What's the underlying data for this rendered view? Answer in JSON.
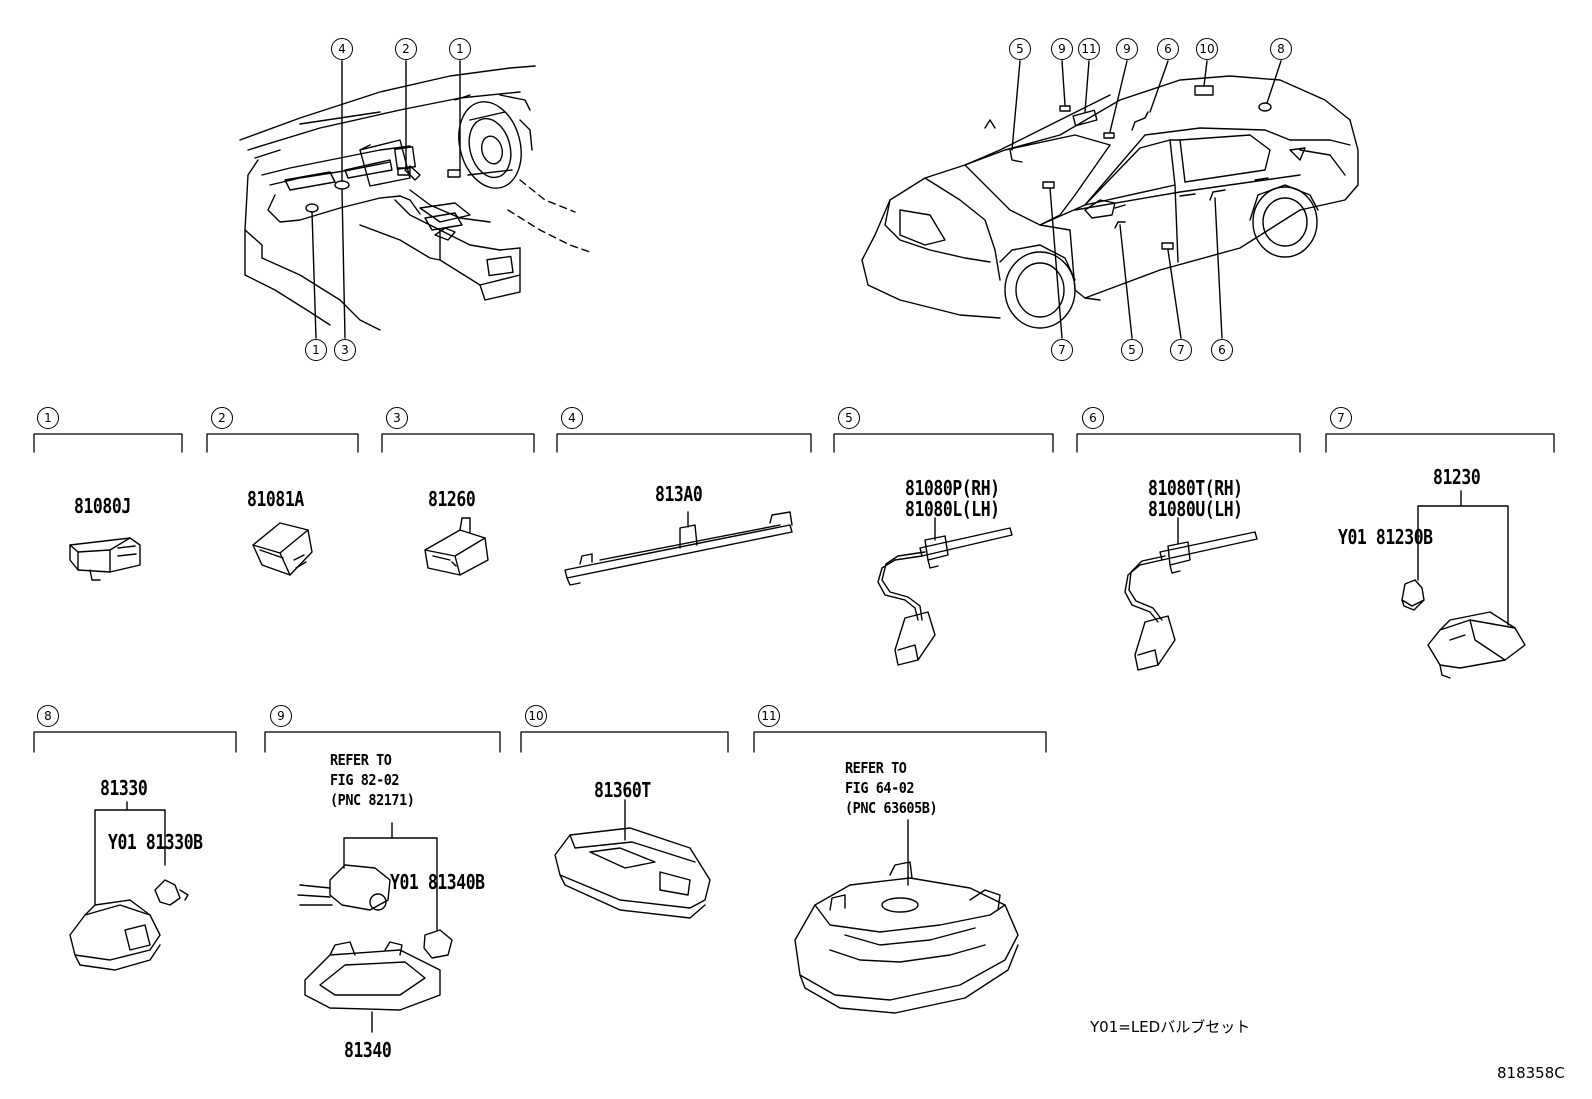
{
  "callouts": {
    "dash_top": [
      "4",
      "2",
      "1"
    ],
    "dash_bottom": [
      "1",
      "3"
    ],
    "car_top": [
      "5",
      "9",
      "11",
      "9",
      "6",
      "10",
      "8"
    ],
    "car_bottom": [
      "7",
      "5",
      "7",
      "6"
    ]
  },
  "groups": [
    {
      "id": "1",
      "part_numbers": [
        "81080J"
      ]
    },
    {
      "id": "2",
      "part_numbers": [
        "81081A"
      ]
    },
    {
      "id": "3",
      "part_numbers": [
        "81260"
      ]
    },
    {
      "id": "4",
      "part_numbers": [
        "813A0"
      ]
    },
    {
      "id": "5",
      "part_numbers": [
        "81080P(RH)",
        "81080L(LH)"
      ]
    },
    {
      "id": "6",
      "part_numbers": [
        "81080T(RH)",
        "81080U(LH)"
      ]
    },
    {
      "id": "7",
      "part_numbers": [
        "81230",
        "Y01 81230B"
      ]
    },
    {
      "id": "8",
      "part_numbers": [
        "81330",
        "Y01 81330B"
      ]
    },
    {
      "id": "9",
      "part_numbers": [
        "Y01 81340B",
        "81340"
      ],
      "reference": [
        "REFER TO",
        "FIG 82-02",
        "(PNC 82171)"
      ]
    },
    {
      "id": "10",
      "part_numbers": [
        "81360T"
      ]
    },
    {
      "id": "11",
      "part_numbers": [],
      "reference": [
        "REFER TO",
        "FIG 64-02",
        "(PNC 63605B)"
      ]
    }
  ],
  "legend_note": "Y01=LEDバルブセット",
  "diagram_code": "818358C"
}
